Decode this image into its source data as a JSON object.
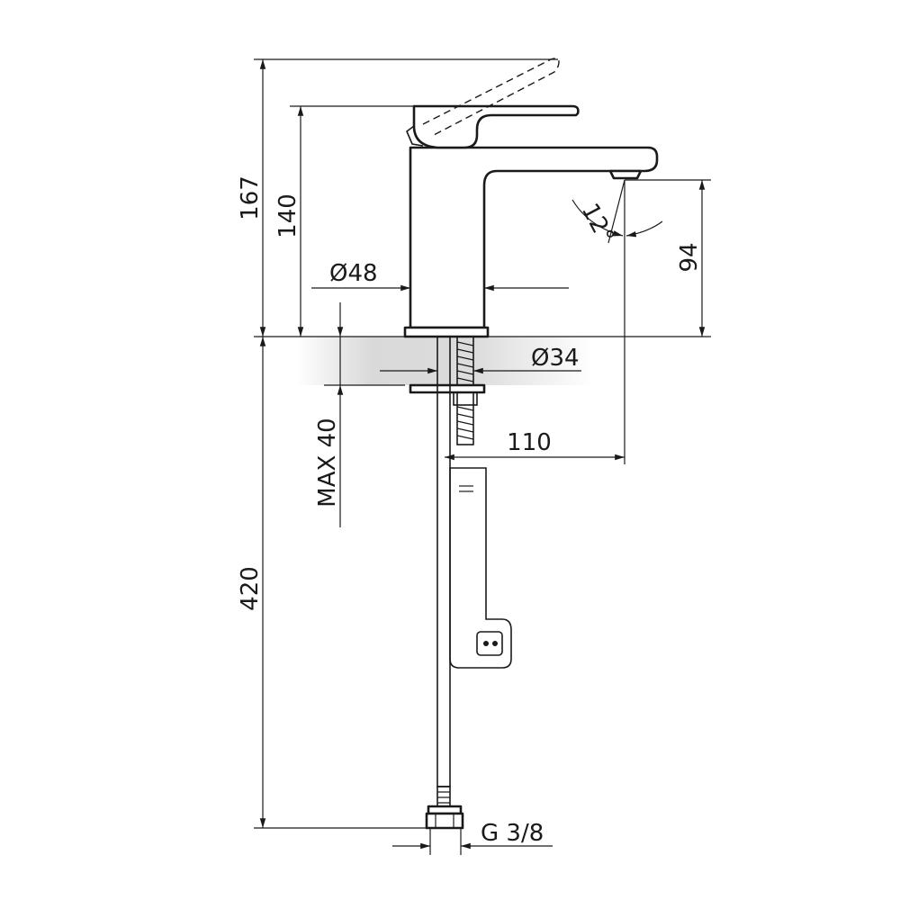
{
  "dimensions": {
    "overall_height": "167",
    "body_height": "140",
    "body_diameter": "Ø48",
    "spout_height": "94",
    "spray_angle": "12°",
    "shank_diameter": "Ø34",
    "max_deck_thickness": "MAX 40",
    "spout_reach": "110",
    "hose_length": "420",
    "connection_thread": "G 3/8"
  },
  "colors": {
    "line": "#1a1a1a",
    "countertop_shade": "#d6d6d6"
  }
}
